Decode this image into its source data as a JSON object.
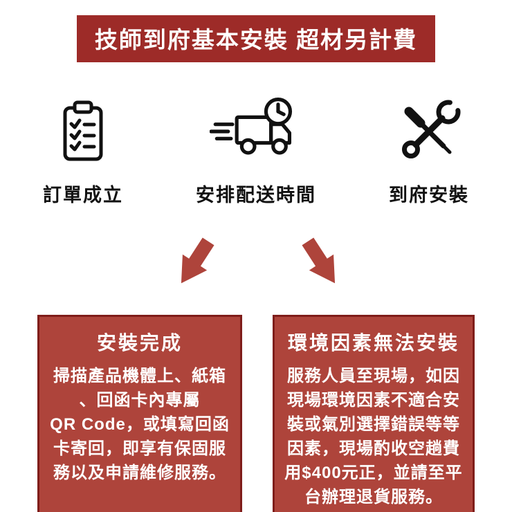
{
  "banner": {
    "title": "技師到府基本安裝 超材另計費"
  },
  "steps": [
    {
      "label": "訂單成立",
      "icon": "clipboard-checklist-icon"
    },
    {
      "label": "安排配送時間",
      "icon": "delivery-truck-clock-icon"
    },
    {
      "label": "到府安裝",
      "icon": "crossed-tools-icon"
    }
  ],
  "arrows": [
    {
      "name": "arrow-to-left-outcome",
      "direction": "down-left"
    },
    {
      "name": "arrow-to-right-outcome",
      "direction": "down-right"
    }
  ],
  "outcomes": [
    {
      "title": "安裝完成",
      "body": "掃描產品機體上、紙箱\n、回函卡內專屬\nQR Code，或填寫回函\n卡寄回，即享有保固服\n務以及申請維修服務。"
    },
    {
      "title": "環境因素無法安裝",
      "body": "服務人員至現場，如因\n現場環境因素不適合安\n裝或氣別選擇錯誤等等\n因素，現場酌收空趟費\n用$400元正，並請至平\n台辦理退貨服務。"
    }
  ],
  "colors": {
    "banner_background": "#9d2b28",
    "box_background": "#ae443b",
    "box_border": "#7f1d1a",
    "arrow": "#ae443b",
    "text_on_red": "#ffffff",
    "text_ink": "#111111"
  }
}
